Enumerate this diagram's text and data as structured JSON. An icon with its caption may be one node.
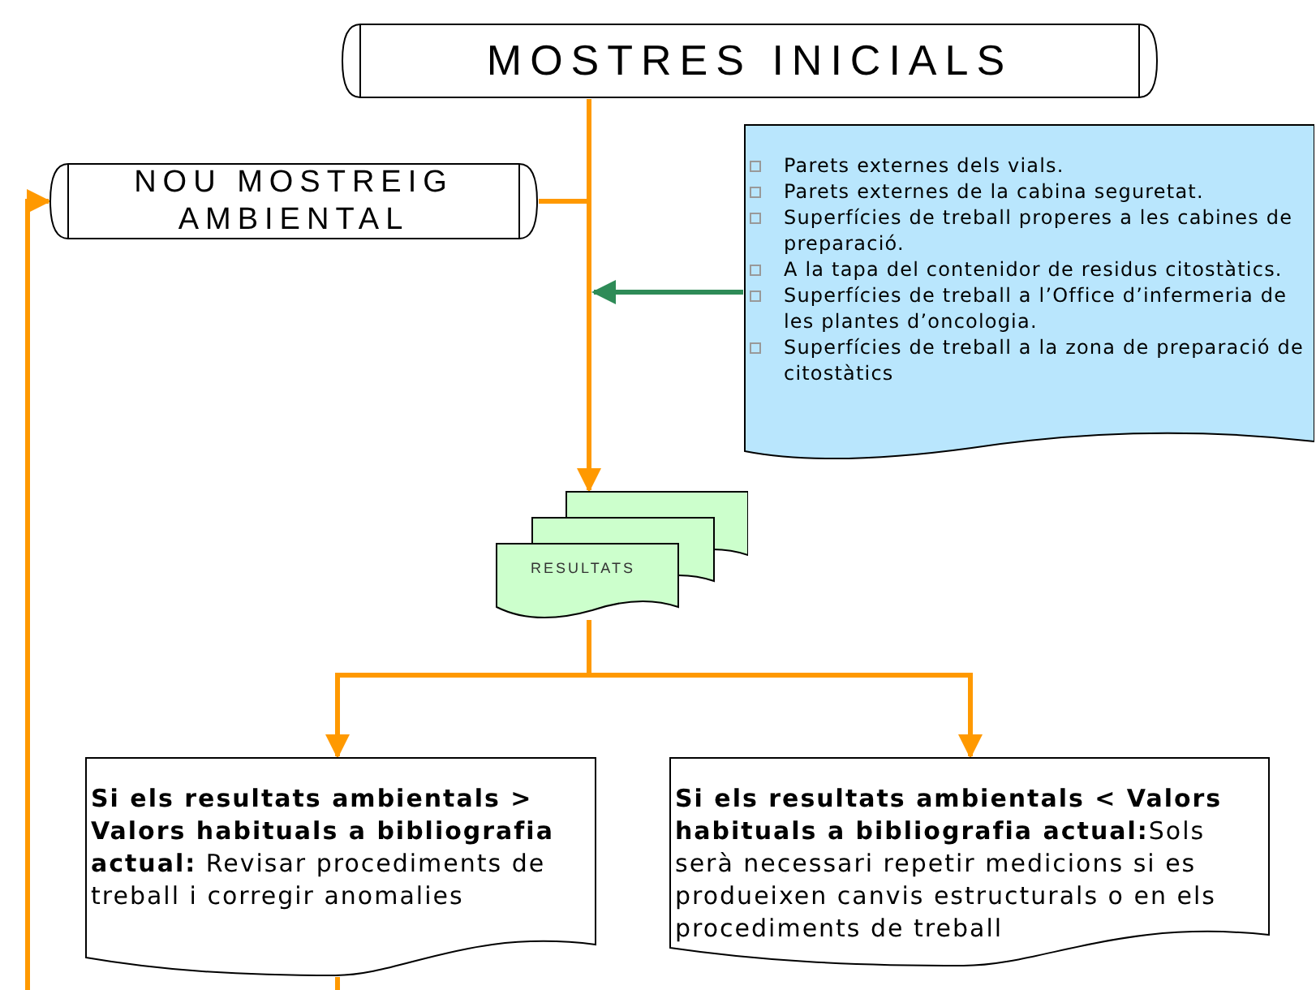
{
  "diagram": {
    "nodes": [
      {
        "text": [
          "MOSTRES INICIALS"
        ]
      },
      {
        "text": [
          "NOU MOSTREIG AMBIENTAL"
        ]
      },
      {
        "text": [
          "Parets externes dels vials.",
          "Parets externes de la cabina seguretat.",
          "Superfícies de treball properes a les cabines de preparació.",
          "A la tapa del contenidor de residus citostàtics.",
          "Superfícies de treball a l’Office d’infermeria de les plantes d’oncologia.",
          "Superfícies de treball a la zona de preparació de citostàtics"
        ]
      },
      {
        "text": [
          "RESULTATS"
        ]
      },
      {
        "text": [
          "**Si els resultats ambientals > Valors habituals a bibliografia actual:** Revisar procediments de treball i corregir anomalies"
        ]
      },
      {
        "text": [
          "**Si els resultats ambientals < Valors habituals a bibliografia actual:**Sols serà necessari repetir medicions si es produeixen canvis estructurals o en els procediments de treball"
        ]
      }
    ],
    "edges": [
      {
        "from": 0,
        "to": 3,
        "arrow": "to"
      },
      {
        "from": 1,
        "to": 3,
        "arrow": "none"
      },
      {
        "from": 2,
        "to": null,
        "arrow": "to",
        "color": "#2e8b57"
      },
      {
        "from": 3,
        "to": 4,
        "arrow": "to"
      },
      {
        "from": 3,
        "to": 5,
        "arrow": "to"
      },
      {
        "from": 4,
        "to": null,
        "arrow": "none"
      },
      {
        "from": null,
        "to": 1,
        "arrow": "to"
      }
    ]
  }
}
